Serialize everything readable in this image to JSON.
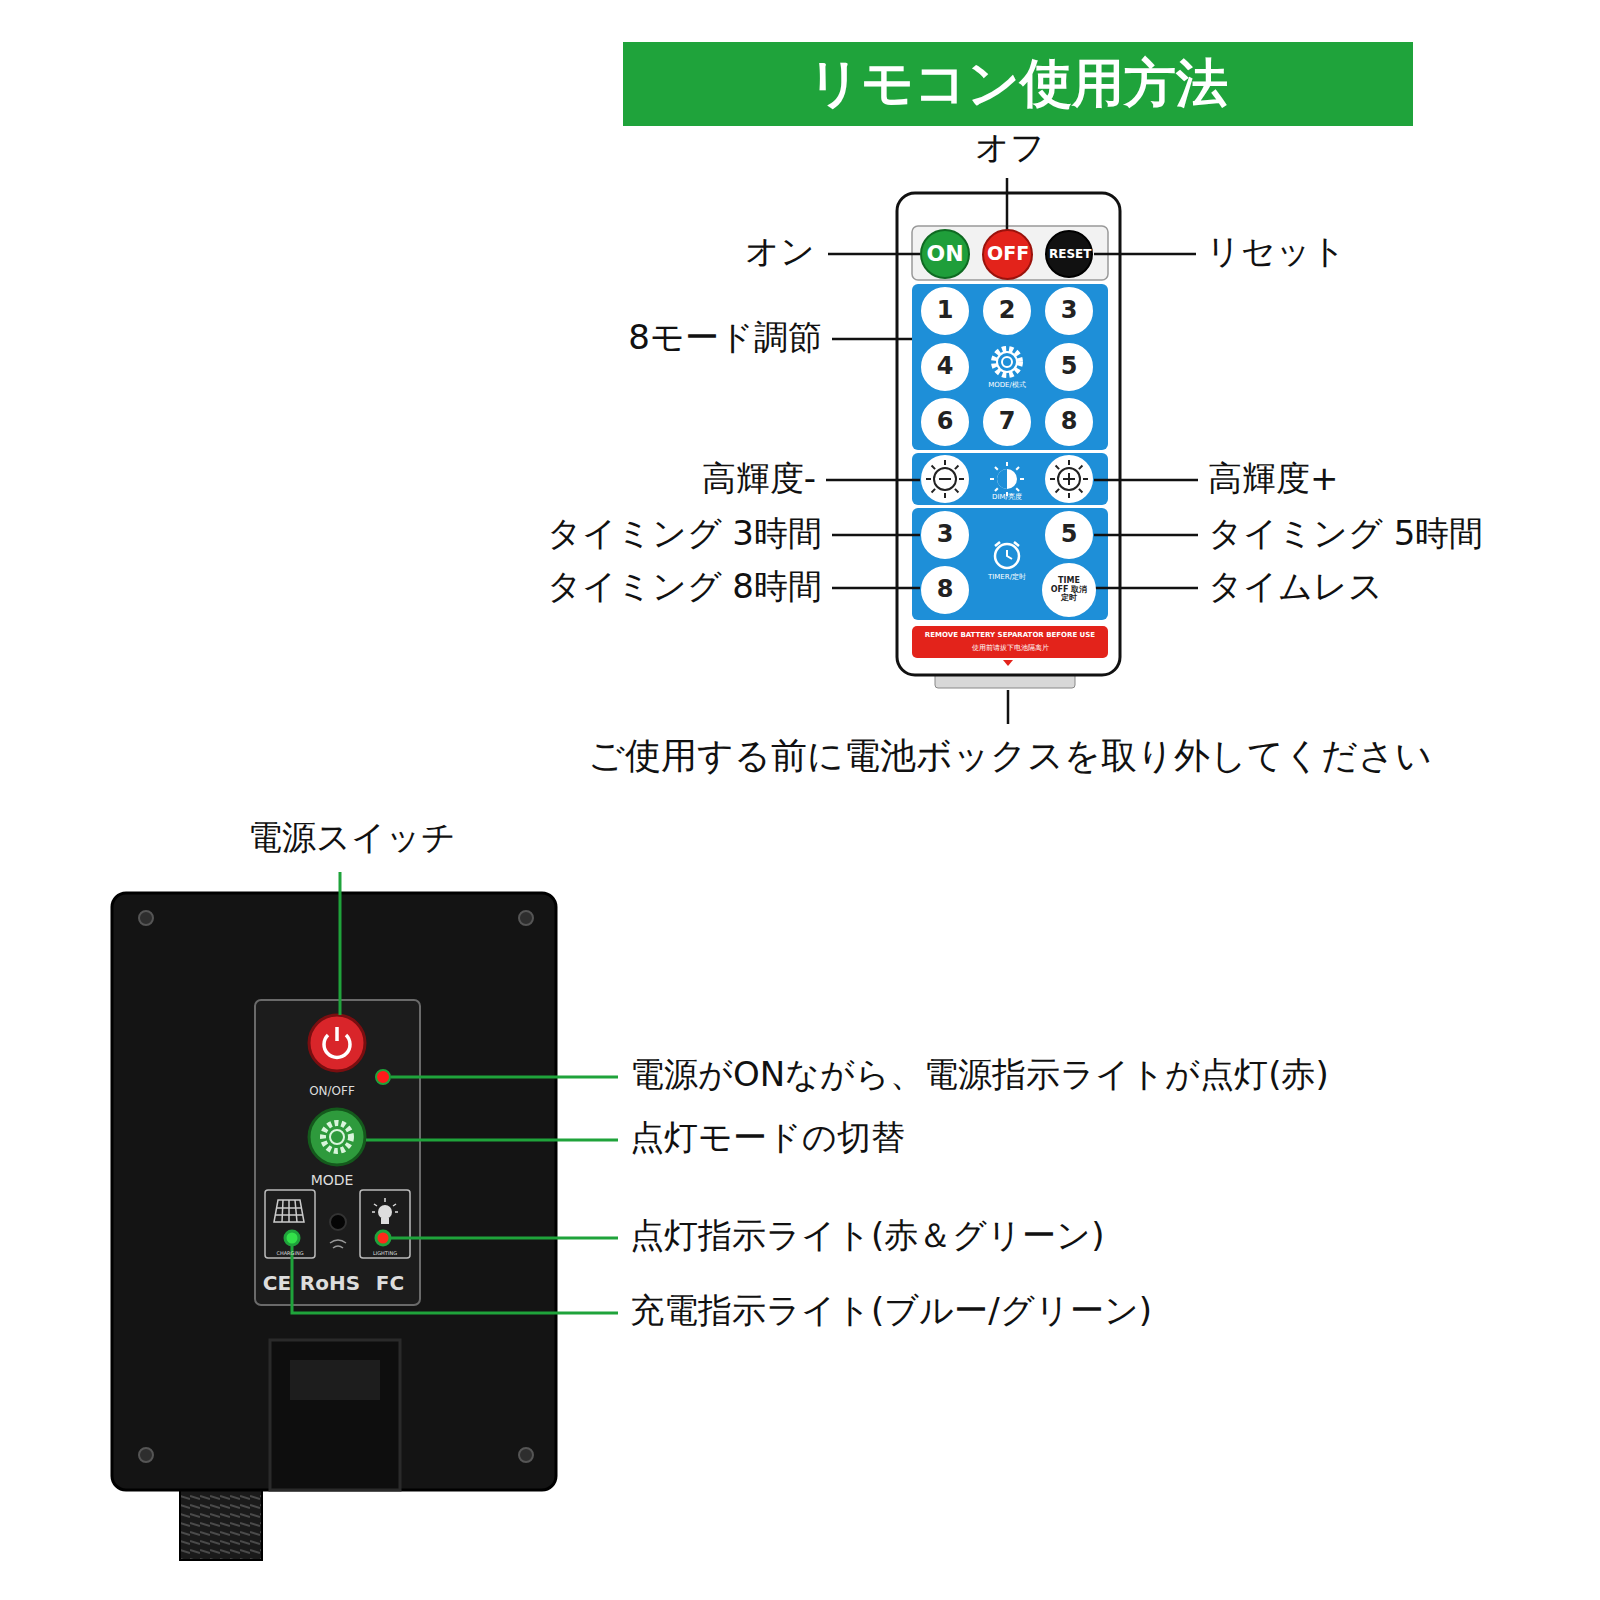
{
  "diagram": {
    "title": "リモコン使用方法",
    "nodes": [
      {
        "text": [
          "ON"
        ]
      },
      {
        "text": [
          "OFF"
        ]
      },
      {
        "text": [
          "RESET"
        ]
      },
      {
        "text": [
          "1"
        ]
      },
      {
        "text": [
          "2"
        ]
      },
      {
        "text": [
          "3"
        ]
      },
      {
        "text": [
          "4"
        ]
      },
      {
        "text": [
          "5"
        ]
      },
      {
        "text": [
          "6"
        ]
      },
      {
        "text": [
          "7"
        ]
      },
      {
        "text": [
          "8"
        ]
      },
      {
        "text": [
          "3"
        ]
      },
      {
        "text": [
          "5"
        ]
      },
      {
        "text": [
          "8"
        ]
      },
      {
        "text": [
          "TIME OFF 取消定时"
        ]
      }
    ],
    "labels": [
      "オフ",
      "オン",
      "リセット",
      "8モード調節",
      "MODE/模式",
      "高輝度-",
      "DIM/亮度",
      "高輝度+",
      "タイミング 3時間",
      "タイミング 5時間",
      "TIMER/定时",
      "タイミング 8時間",
      "タイムレス",
      "REMOVE BATTERY SEPARATOR BEFORE USE",
      "使用前请拔下电池隔离片",
      "ご使用する前に電池ボックスを取り外してください",
      "電源スイッチ",
      "ON/OFF",
      "電源がONながら、電源指示ライトが点灯(赤)",
      "MODE",
      "点灯モードの切替",
      "CHARGING",
      "LIGHTING",
      "点灯指示ライト(赤＆グリーン)",
      "CE",
      "RoHS",
      "FC",
      "充電指示ライト(ブルー/グリーン)"
    ]
  }
}
